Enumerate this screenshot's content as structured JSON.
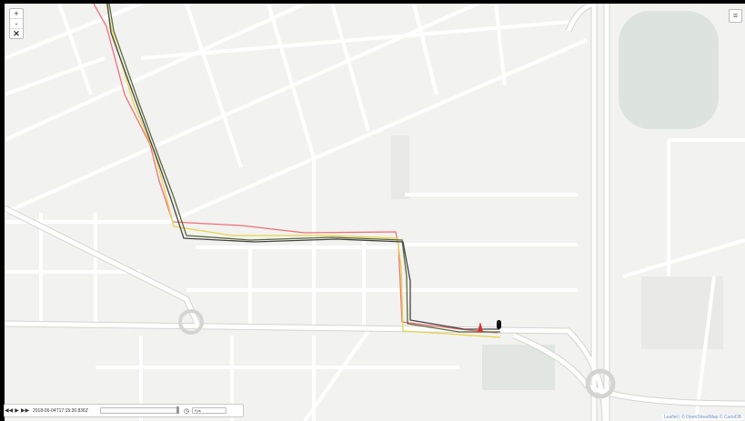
{
  "map": {
    "zoom_in_label": "+",
    "zoom_out_label": "-",
    "reset_label": "✕",
    "layers_icon": "layers-icon",
    "attribution": "Leaflet | © OpenStreetMap © CartoDB"
  },
  "playback": {
    "rewind_icon": "◀◀",
    "play_icon": "▶",
    "forward_icon": "▶▶",
    "timestamp": "2018-06-04T17:15:30.836Z",
    "speed_label": "Fps",
    "progress": 1.0
  },
  "tracks": [
    {
      "name": "",
      "color": "#f0707a"
    },
    {
      "name": "",
      "color": "#e8d44a"
    },
    {
      "name": "",
      "color": "#5a6a3a"
    },
    {
      "name": "",
      "color": "#444444"
    }
  ],
  "colors": {
    "background": "#f2f2f0",
    "road": "#ffffff",
    "road_edge": "#d4d4d2",
    "park": "#dde3df"
  }
}
